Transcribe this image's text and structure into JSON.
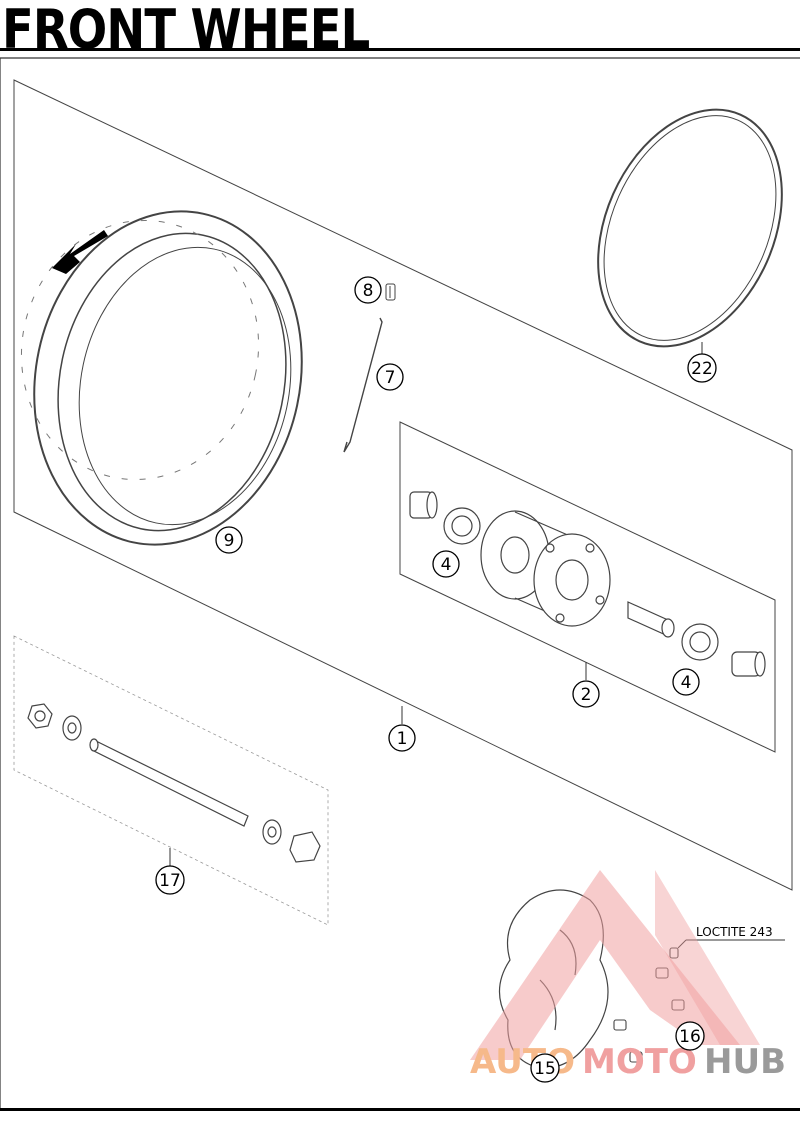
{
  "title": "FRONT WHEEL",
  "callouts": {
    "c1": "1",
    "c2": "2",
    "c4a": "4",
    "c4b": "4",
    "c7": "7",
    "c8": "8",
    "c9": "9",
    "c15": "15",
    "c16": "16",
    "c17": "17",
    "c22": "22"
  },
  "note_loctite": "LOCTITE 243",
  "watermark": {
    "part1": "AUTO",
    "part2": "MOTO",
    "part3": "HUB",
    "color_primary": "#f0a0a0",
    "color_secondary": "#f6b98a",
    "color_dark": "#9a9a9a"
  },
  "icons": {
    "rotation_arrow": "rotation-direction-arrow-icon"
  }
}
